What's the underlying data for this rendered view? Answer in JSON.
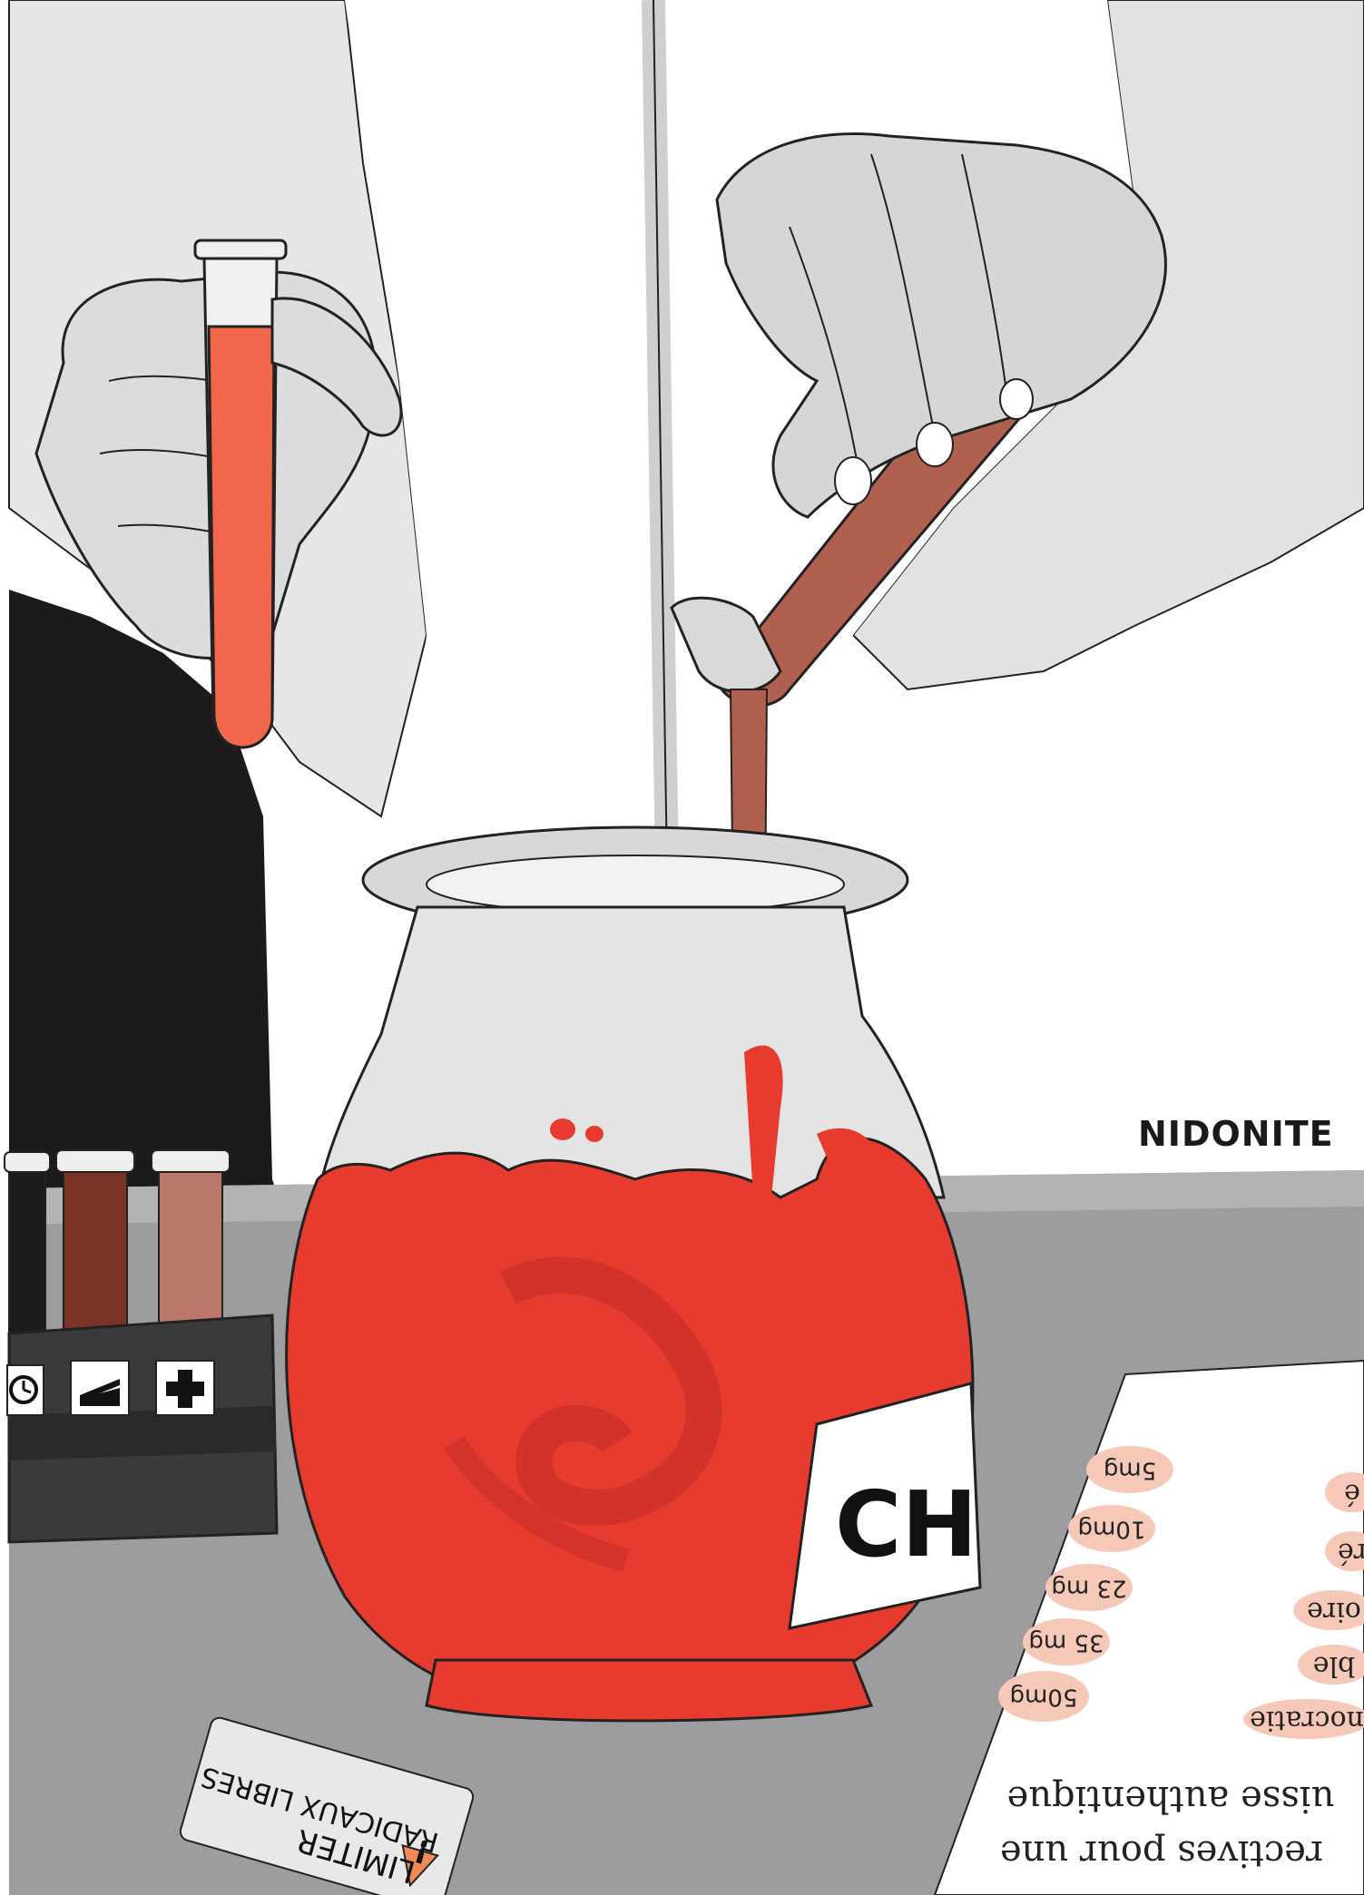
{
  "signature": "NIDONITE",
  "flask_label": "CH",
  "warning_card": {
    "line1": "LIMITER",
    "line2": "RADICAUX LIBRES",
    "symbol": "!"
  },
  "tube_rack_icons": [
    "clock-icon",
    "cake-slice-icon",
    "plus-icon"
  ],
  "document": {
    "doses": [
      "5mg",
      "10mg",
      "23 mg",
      "35 mg",
      "50mg"
    ],
    "right_fragments": [
      "é",
      "ré",
      "oire",
      "ble",
      "nocratie"
    ],
    "bottom_line1": "uisse authentique",
    "bottom_line2": "rectives pour une"
  },
  "colors": {
    "flask_red": "#e63b2e",
    "pour_brown": "#b0604e",
    "tube_orange": "#f0674b",
    "dose_highlight": "#f5c8b8"
  }
}
